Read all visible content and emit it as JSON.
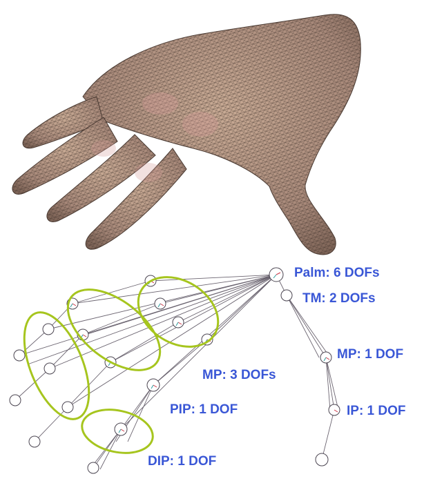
{
  "colors": {
    "label": "#3a57d6",
    "ellipse": "#a6c51e",
    "skin": "#b99a84",
    "mesh": "#3b302a",
    "bone": "#6b6470",
    "joint": "#4a4450"
  },
  "labels": {
    "palm": "Palm: 6 DOFs",
    "tm": "TM: 2 DOFs",
    "mp_thumb": "MP: 1 DOF",
    "mp_fingers": "MP: 3 DOFs",
    "pip": "PIP: 1 DOF",
    "ip": "IP: 1 DOF",
    "dip": "DIP: 1 DOF"
  }
}
